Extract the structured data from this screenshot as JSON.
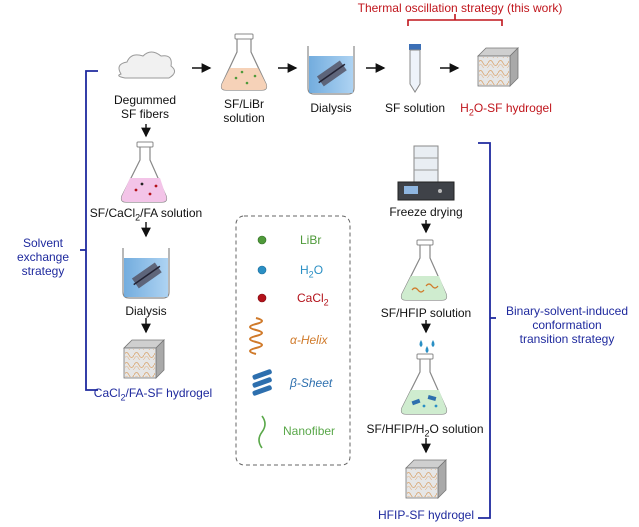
{
  "labels": {
    "thermal_title": "Thermal oscillation strategy (this work)",
    "degummed_line1": "Degummed",
    "degummed_line2": "SF fibers",
    "sf_libr_line1": "SF/LiBr",
    "sf_libr_line2": "solution",
    "dialysis_top": "Dialysis",
    "sf_solution": "SF solution",
    "h2o_sf_hydrogel_pre": "H",
    "h2o_sf_hydrogel_sub": "2",
    "h2o_sf_hydrogel_post": "O-SF hydrogel",
    "sf_cacl2_fa_pre": "SF/CaCl",
    "sf_cacl2_fa_sub": "2",
    "sf_cacl2_fa_post": "/FA solution",
    "dialysis_left": "Dialysis",
    "cacl2_fa_sf_pre": "CaCl",
    "cacl2_fa_sf_sub": "2",
    "cacl2_fa_sf_post": "/FA-SF hydrogel",
    "solvent_exchange_line1": "Solvent",
    "solvent_exchange_line2": "exchange",
    "solvent_exchange_line3": "strategy",
    "freeze_drying": "Freeze drying",
    "sf_hfip": "SF/HFIP solution",
    "sf_hfip_h2o_pre": "SF/HFIP/H",
    "sf_hfip_h2o_sub": "2",
    "sf_hfip_h2o_post": "O solution",
    "hfip_sf_hydrogel": "HFIP-SF hydrogel",
    "binary_line1": "Binary-solvent-induced",
    "binary_line2": "conformation",
    "binary_line3": "transition strategy"
  },
  "legend": {
    "libr": "LiBr",
    "h2o_pre": "H",
    "h2o_sub": "2",
    "h2o_post": "O",
    "cacl2_pre": "CaCl",
    "cacl2_sub": "2",
    "alpha_helix": "α-Helix",
    "beta_sheet": "β-Sheet",
    "nanofiber": "Nanofiber"
  },
  "colors": {
    "strategy_blue": "#1f2a9e",
    "thermal_red": "#c0151c",
    "libr_color": "#4f9a3a",
    "h2o_color": "#2a8fc4",
    "cacl2_color": "#b3121a",
    "helix_color": "#d07a2a",
    "sheet_color": "#2d6fae",
    "nanofiber_color": "#5aa84a",
    "flask_pink": "#f3c4e8",
    "flask_peach": "#f6d2b8",
    "flask_green": "#cfeccf",
    "beaker_blue": "#7fb7e6"
  },
  "icons": [
    "cloud-icon",
    "flask-icon",
    "beaker-icon",
    "tube-icon",
    "hydrogel-cube-icon",
    "freeze-dryer-icon",
    "droplet-icon"
  ]
}
